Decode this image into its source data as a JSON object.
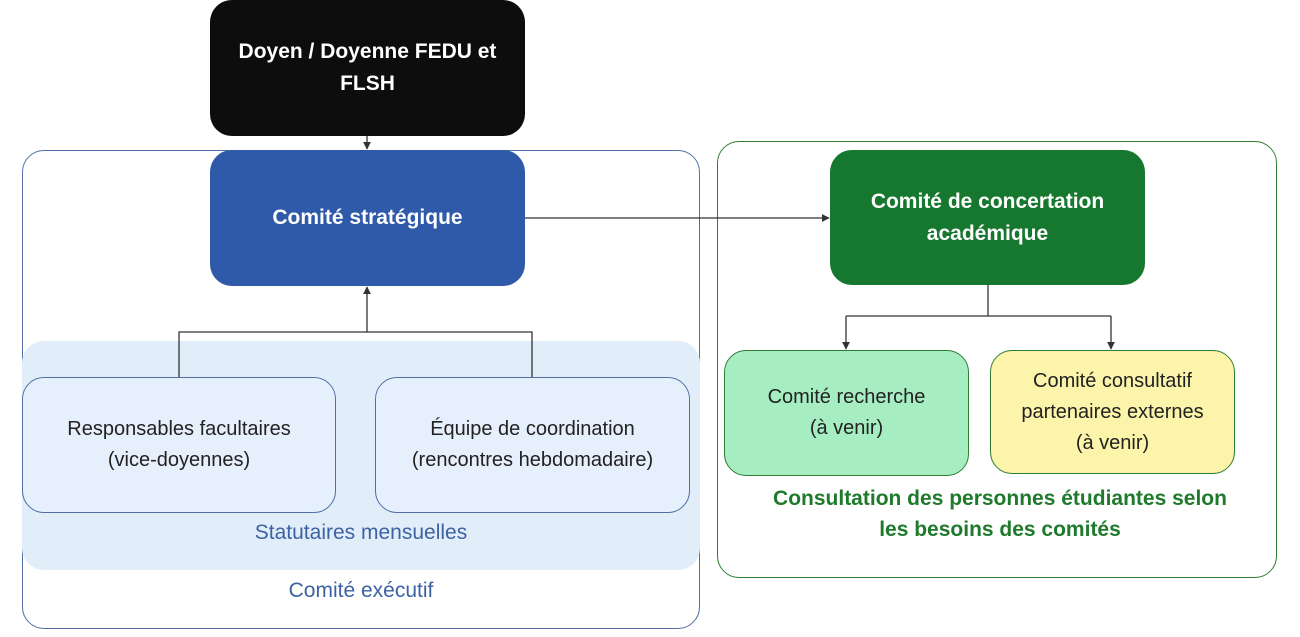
{
  "nodes": {
    "dean": "Doyen / Doyenne FEDU et\nFLSH",
    "strategic": "Comité stratégique",
    "faculty_leads": "Responsables facultaires\n(vice-doyennes)",
    "coordination": "Équipe de coordination\n(rencontres hebdomadaire)",
    "monthly": "Statutaires mensuelles",
    "executive": "Comité exécutif",
    "concertation": "Comité de concertation\nacadémique",
    "research": "Comité recherche\n(à venir)",
    "advisory": "Comité consultatif\npartenaires externes\n(à venir)",
    "students_note": "Consultation des personnes étudiantes selon\nles besoins des comités"
  },
  "colors": {
    "dean_fill": "#0d0d0d",
    "strategic_fill": "#2e5aa9",
    "executive_border": "#4f6fa6",
    "executive_band": "#e2edfa",
    "concertation_fill": "#16772e",
    "concertation_border": "#2e7d32",
    "research_fill": "#a6eec2",
    "advisory_fill": "#fbf4aa",
    "note_text": "#1f7a2c"
  }
}
